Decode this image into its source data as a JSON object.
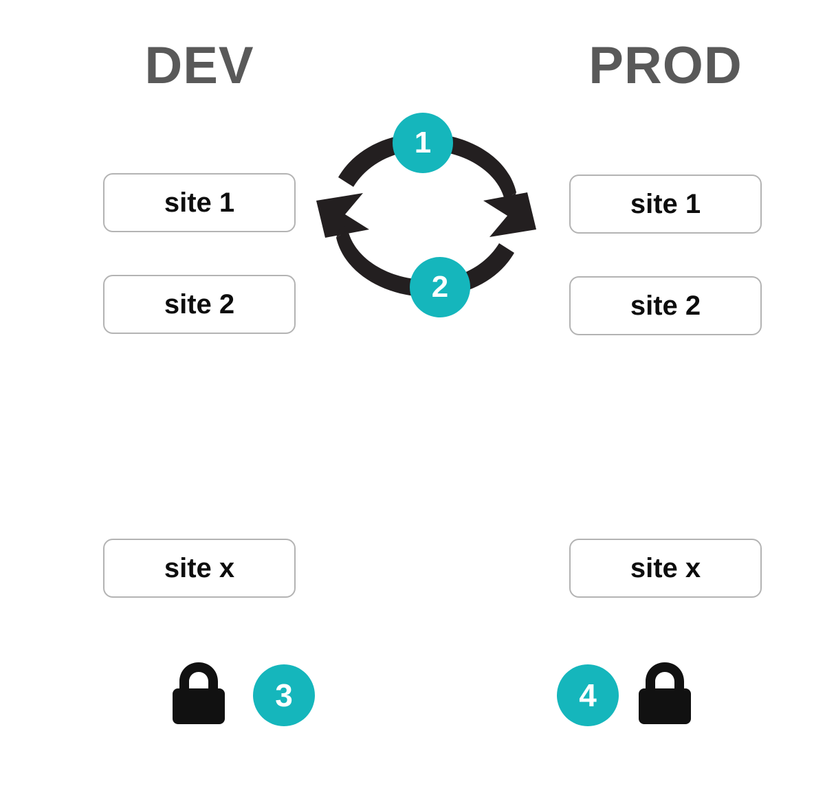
{
  "diagram": {
    "title_dev": "DEV",
    "title_prod": "PROD",
    "accent_color": "#15b6bc",
    "arrow_color": "#231f20",
    "box_border_color": "#b3b3b3",
    "heading_color": "#595959",
    "background": "#ffffff"
  },
  "dev_column": {
    "heading": "DEV",
    "boxes": [
      {
        "label": "site 1"
      },
      {
        "label": "site 2"
      },
      {
        "label": "site x"
      }
    ],
    "lock": {
      "icon": "lock-icon",
      "state": "locked"
    },
    "badge": {
      "number": "3"
    }
  },
  "prod_column": {
    "heading": "PROD",
    "boxes": [
      {
        "label": "site 1"
      },
      {
        "label": "site 2"
      },
      {
        "label": "site x"
      }
    ],
    "lock": {
      "icon": "lock-icon",
      "state": "locked"
    },
    "badge": {
      "number": "4"
    }
  },
  "cycle": {
    "top_arrow": {
      "icon": "curved-arrow-left-icon",
      "direction": "prod-to-dev",
      "badge": {
        "number": "1"
      }
    },
    "bottom_arrow": {
      "icon": "curved-arrow-right-icon",
      "direction": "dev-to-prod",
      "badge": {
        "number": "2"
      }
    }
  }
}
